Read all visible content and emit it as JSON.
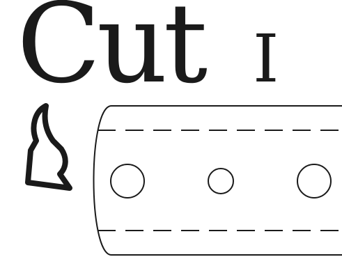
{
  "heading": {
    "text": "Cut",
    "numeral": "I"
  },
  "colors": {
    "ink": "#1a1a1a",
    "background": "#ffffff"
  },
  "icons": {
    "arrow": "curved-down-right-arrow-icon"
  },
  "diagram": {
    "punched_holes": 3,
    "cut_lines": 2
  }
}
